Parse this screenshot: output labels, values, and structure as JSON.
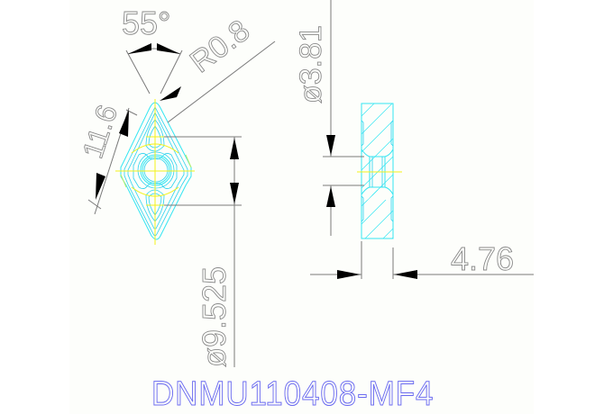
{
  "drawing": {
    "part_number": "DNMU110408-MF4",
    "colors": {
      "outline": "#33e6f2",
      "centerline": "#f2f21a",
      "dimension_line": "#7a7a7a",
      "title_text": "#6a6af0",
      "background": "#fdfefb"
    },
    "top_view": {
      "dimensions": {
        "angle": "55°",
        "corner_radius": "R0.8",
        "edge_length": "11.6",
        "inscribed_circle": "ø9.525"
      }
    },
    "side_view": {
      "dimensions": {
        "hole_diameter": "ø3.81",
        "thickness": "4.76"
      }
    }
  }
}
